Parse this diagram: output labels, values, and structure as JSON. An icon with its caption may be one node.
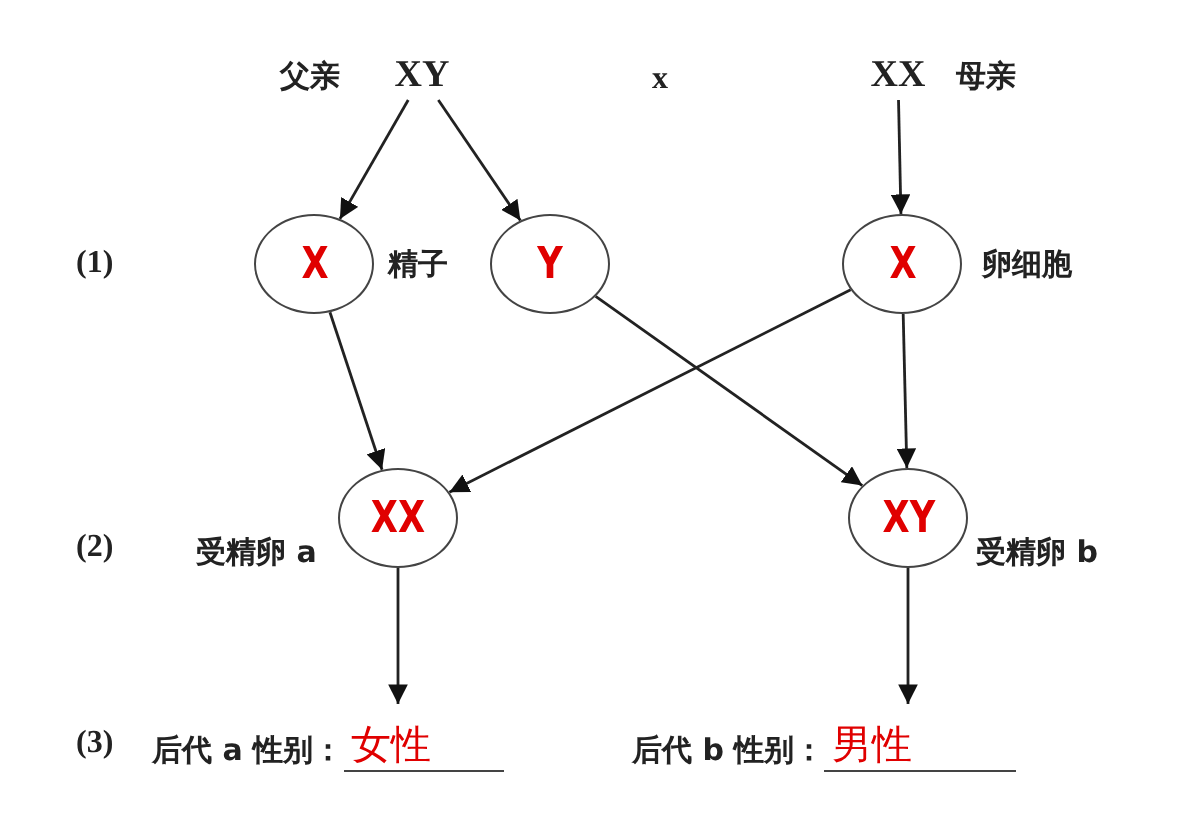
{
  "diagram": {
    "nodes": [
      {
        "text": [
          "XY"
        ],
        "beside": [
          "父亲"
        ]
      },
      {
        "text": [
          "XX"
        ],
        "beside": [
          "母亲"
        ]
      },
      {
        "text": [
          "X"
        ],
        "beside": [
          "精子"
        ]
      },
      {
        "text": [
          "Y"
        ]
      },
      {
        "text": [
          "X"
        ],
        "beside": [
          "卵细胞"
        ]
      },
      {
        "text": [
          "XX"
        ],
        "beside": [
          "受精卵 a"
        ]
      },
      {
        "text": [
          "XY"
        ],
        "beside": [
          "受精卵 b"
        ]
      },
      {
        "text": [
          "后代 a 性别：",
          "女性"
        ]
      },
      {
        "text": [
          "后代 b 性别：",
          "男性"
        ]
      }
    ],
    "edges": [
      {
        "from": 0,
        "to": 2,
        "arrow": "to"
      },
      {
        "from": 0,
        "to": 3,
        "arrow": "to"
      },
      {
        "from": 1,
        "to": 4,
        "arrow": "to"
      },
      {
        "from": 2,
        "to": 5,
        "arrow": "to"
      },
      {
        "from": 4,
        "to": 5,
        "arrow": "to"
      },
      {
        "from": 3,
        "to": 6,
        "arrow": "to"
      },
      {
        "from": 4,
        "to": 6,
        "arrow": "to"
      },
      {
        "from": 5,
        "to": 7,
        "arrow": "to"
      },
      {
        "from": 6,
        "to": 8,
        "arrow": "to"
      }
    ],
    "labels": [
      "x",
      "(1)",
      "(2)",
      "(3)"
    ]
  }
}
